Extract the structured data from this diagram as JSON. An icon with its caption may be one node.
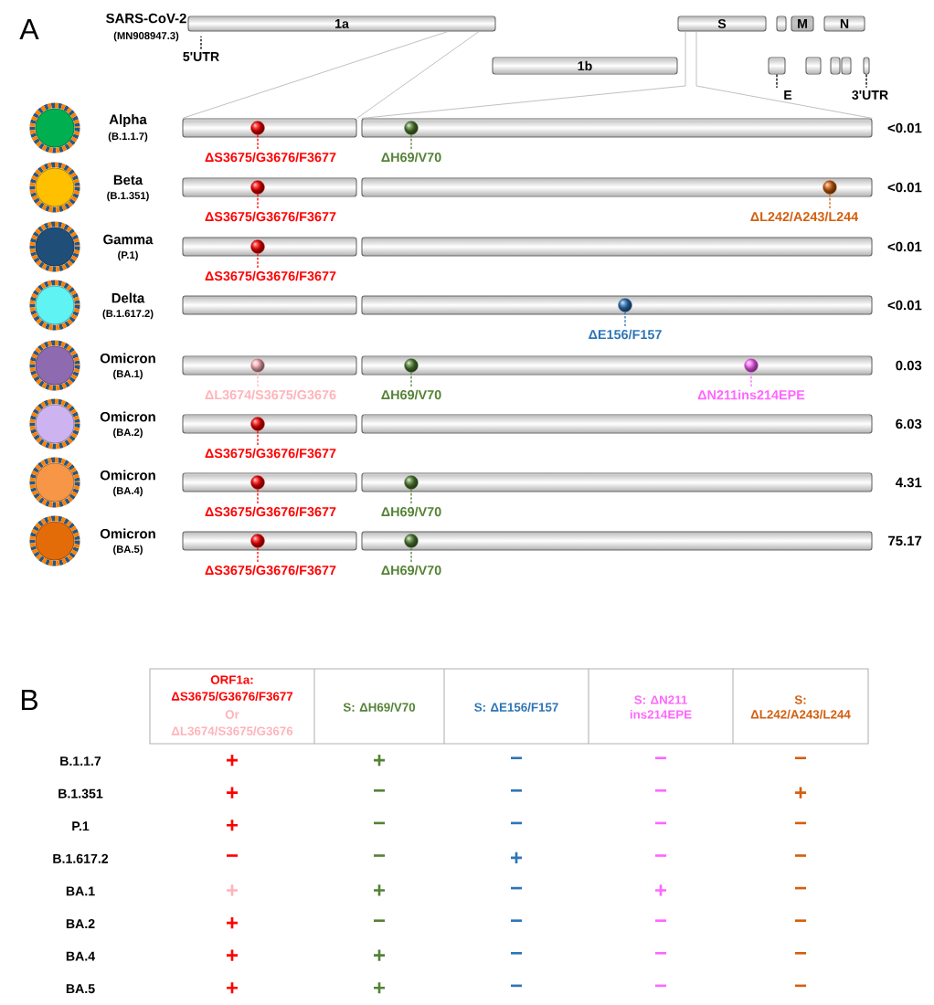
{
  "diagram": {
    "nodes": [
      {
        "text": [
          "1a"
        ]
      },
      {
        "text": [
          "S"
        ]
      },
      {
        "text": [],
        "shape": "bar"
      },
      {
        "text": [
          "M"
        ]
      },
      {
        "text": [
          "N"
        ]
      },
      {
        "text": [
          "5'UTR"
        ]
      },
      {
        "text": [
          "1b"
        ]
      },
      {
        "text": [],
        "shape": "bar"
      },
      {
        "text": [],
        "shape": "bar"
      },
      {
        "text": [],
        "shape": "bar"
      },
      {
        "text": [],
        "shape": "bar"
      },
      {
        "text": [],
        "shape": "bar"
      },
      {
        "text": [
          "E"
        ]
      },
      {
        "text": [
          "3'UTR"
        ]
      },
      {
        "text": [],
        "shape": "bar"
      },
      {
        "text": [],
        "shape": "bar"
      },
      {
        "text": [],
        "shape": "circle",
        "in": 14
      },
      {
        "text": [],
        "shape": "circle",
        "in": 15
      },
      {
        "text": [
          "ΔS3675/G3676/F3677"
        ]
      },
      {
        "text": [
          "ΔH69/V70"
        ]
      },
      {
        "text": [],
        "shape": "bar"
      },
      {
        "text": [],
        "shape": "bar"
      },
      {
        "text": [],
        "shape": "circle",
        "in": 20
      },
      {
        "text": [],
        "shape": "circle",
        "in": 21
      },
      {
        "text": [
          "ΔS3675/G3676/F3677"
        ]
      },
      {
        "text": [
          "ΔL242/A243/L244"
        ]
      },
      {
        "text": [],
        "shape": "bar"
      },
      {
        "text": [],
        "shape": "bar"
      },
      {
        "text": [],
        "shape": "circle",
        "in": 26
      },
      {
        "text": [
          "ΔS3675/G3676/F3677"
        ]
      },
      {
        "text": [],
        "shape": "bar"
      },
      {
        "text": [],
        "shape": "bar"
      },
      {
        "text": [],
        "shape": "circle",
        "in": 31
      },
      {
        "text": [
          "ΔE156/F157"
        ]
      },
      {
        "text": [],
        "shape": "bar"
      },
      {
        "text": [],
        "shape": "bar"
      },
      {
        "text": [],
        "shape": "circle",
        "in": 34
      },
      {
        "text": [],
        "shape": "circle",
        "in": 35
      },
      {
        "text": [],
        "shape": "circle",
        "in": 35
      },
      {
        "text": [
          "ΔL3674/S3675/G3676"
        ]
      },
      {
        "text": [
          "ΔH69/V70"
        ]
      },
      {
        "text": [
          "ΔN211ins214EPE"
        ]
      },
      {
        "text": [],
        "shape": "bar"
      },
      {
        "text": [],
        "shape": "bar"
      },
      {
        "text": [],
        "shape": "circle",
        "in": 42
      },
      {
        "text": [
          "ΔS3675/G3676/F3677"
        ]
      },
      {
        "text": [],
        "shape": "bar"
      },
      {
        "text": [],
        "shape": "bar"
      },
      {
        "text": [],
        "shape": "circle",
        "in": 46
      },
      {
        "text": [],
        "shape": "circle",
        "in": 47
      },
      {
        "text": [
          "ΔS3675/G3676/F3677"
        ]
      },
      {
        "text": [
          "ΔH69/V70"
        ]
      },
      {
        "text": [],
        "shape": "bar"
      },
      {
        "text": [],
        "shape": "bar"
      },
      {
        "text": [],
        "shape": "circle",
        "in": 52
      },
      {
        "text": [],
        "shape": "circle",
        "in": 53
      },
      {
        "text": [
          "ΔS3675/G3676/F3677"
        ]
      },
      {
        "text": [
          "ΔH69/V70"
        ]
      }
    ],
    "edges": [
      {
        "from": 5,
        "to": null,
        "arrow": "none",
        "style": "dashed",
        "color": "#000000"
      },
      {
        "from": 12,
        "to": 7,
        "arrow": "none",
        "style": "dashed",
        "color": "#000000"
      },
      {
        "from": 13,
        "to": 11,
        "arrow": "none",
        "style": "dashed",
        "color": "#000000"
      },
      {
        "from": 18,
        "to": 16,
        "arrow": "none",
        "style": "dashed"
      },
      {
        "from": 19,
        "to": 17,
        "arrow": "none",
        "style": "dashed",
        "color": "#548235"
      },
      {
        "from": 24,
        "to": 22,
        "arrow": "none",
        "style": "dashed"
      },
      {
        "from": 25,
        "to": 23,
        "arrow": "none",
        "style": "dashed",
        "color": "#d35f0f"
      },
      {
        "from": 29,
        "to": 28,
        "arrow": "none",
        "style": "dashed"
      },
      {
        "from": 33,
        "to": 32,
        "arrow": "none",
        "style": "dashed",
        "color": "#2e75b6"
      },
      {
        "from": 39,
        "to": 36,
        "arrow": "none",
        "style": "dashed",
        "color": "#ffb3ba"
      },
      {
        "from": 40,
        "to": 37,
        "arrow": "none",
        "style": "dashed",
        "color": "#548235"
      },
      {
        "from": 41,
        "to": 38,
        "arrow": "none",
        "style": "dashed",
        "color": "#ff66ff"
      },
      {
        "from": 45,
        "to": 44,
        "arrow": "none",
        "style": "dashed"
      },
      {
        "from": 50,
        "to": 48,
        "arrow": "none",
        "style": "dashed"
      },
      {
        "from": 51,
        "to": 49,
        "arrow": "none",
        "style": "dashed",
        "color": "#548235"
      },
      {
        "from": 56,
        "to": 54,
        "arrow": "none",
        "style": "dashed"
      },
      {
        "from": 57,
        "to": 55,
        "arrow": "none",
        "style": "dashed",
        "color": "#548235"
      },
      {
        "from": 0,
        "to": 14,
        "arrow": "none",
        "color": "#b0b0b0"
      },
      {
        "from": 0,
        "to": 14,
        "arrow": "none",
        "color": "#b0b0b0"
      },
      {
        "from": 1,
        "to": 15,
        "arrow": "none",
        "color": "#b0b0b0"
      },
      {
        "from": 1,
        "to": 15,
        "arrow": "none",
        "color": "#b0b0b0"
      }
    ],
    "labels": [
      "A",
      "SARS-CoV-2",
      "(MN908947.3)",
      "Alpha",
      "(B.1.1.7)",
      "<0.01",
      "Beta",
      "(B.1.351)",
      "<0.01",
      "Gamma",
      "(P.1)",
      "<0.01",
      "Delta",
      "(B.1.617.2)",
      "<0.01",
      "Omicron",
      "(BA.1)",
      "0.03",
      "Omicron",
      "(BA.2)",
      "6.03",
      "Omicron",
      "(BA.4)",
      "4.31",
      "Omicron",
      "(BA.5)",
      "75.17",
      "B",
      "ORF1a:",
      "ΔS3675/G3676/F3677",
      "Or",
      "ΔL3674/S3675/G3676",
      "S: ΔH69/V70",
      "S: ΔE156/F157",
      "S: ΔN211 ins214EPE",
      "S: ΔL242/A243/L244",
      "B.1.1.7",
      "+",
      "+",
      "−",
      "−",
      "−",
      "B.1.351",
      "+",
      "−",
      "−",
      "−",
      "+",
      "P.1",
      "+",
      "−",
      "−",
      "−",
      "−",
      "B.1.617.2",
      "−",
      "−",
      "+",
      "−",
      "−",
      "BA.1",
      "+",
      "+",
      "−",
      "+",
      "−",
      "BA.2",
      "+",
      "−",
      "−",
      "−",
      "−",
      "BA.4",
      "+",
      "+",
      "−",
      "−",
      "−",
      "BA.5",
      "+",
      "+",
      "−",
      "−",
      "−"
    ]
  }
}
